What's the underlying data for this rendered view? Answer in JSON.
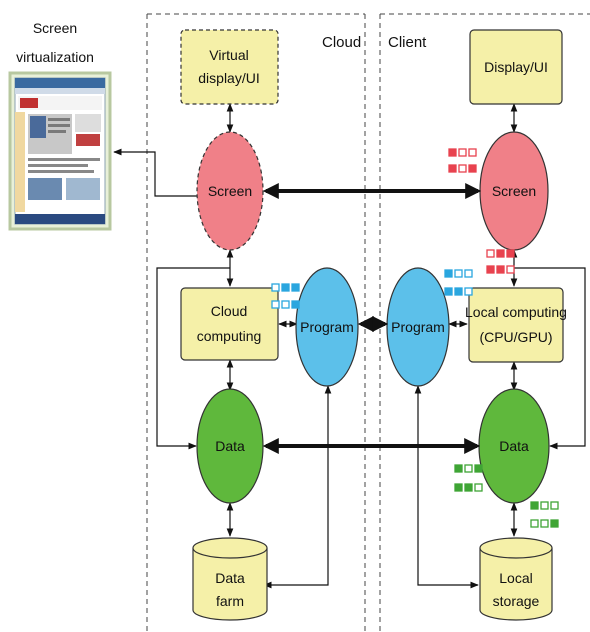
{
  "zones": {
    "cloud": "Cloud",
    "client": "Client"
  },
  "screen_virtualization": {
    "line1": "Screen",
    "line2": "virtualization"
  },
  "cloud": {
    "virtual_display": {
      "line1": "Virtual",
      "line2": "display/UI"
    },
    "screen": "Screen",
    "cloud_computing": {
      "line1": "Cloud",
      "line2": "computing"
    },
    "program": "Program",
    "data": "Data",
    "data_farm": {
      "line1": "Data",
      "line2": "farm"
    }
  },
  "client": {
    "display": "Display/UI",
    "screen": "Screen",
    "local_computing": {
      "line1": "Local computing",
      "line2": "(CPU/GPU)"
    },
    "program": "Program",
    "data": "Data",
    "local_storage": {
      "line1": "Local",
      "line2": "storage"
    }
  },
  "colors": {
    "box_fill": "#f5f0a8",
    "screen_fill": "#f08088",
    "program_fill": "#5cc0ea",
    "data_fill": "#5fb83c",
    "red_marker": "#e8424f",
    "blue_marker": "#2aa6df",
    "green_marker": "#3fa535"
  }
}
